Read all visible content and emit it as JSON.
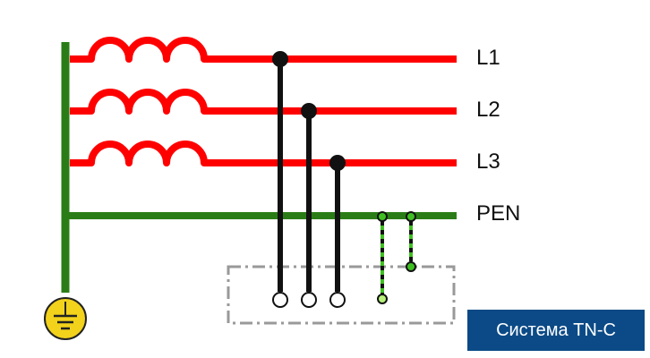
{
  "labels": {
    "l1": "L1",
    "l2": "L2",
    "l3": "L3",
    "pen": "PEN"
  },
  "badge": {
    "text": "Система TN-C",
    "background": "#0b4a86"
  },
  "colors": {
    "phase": "#ff0000",
    "pen": "#2a7d16",
    "conductor": "#111111",
    "ground_symbol": "#f2d21b",
    "frame": "#999999"
  },
  "icons": {
    "ground": "ground-icon",
    "coil": "coil-icon"
  }
}
